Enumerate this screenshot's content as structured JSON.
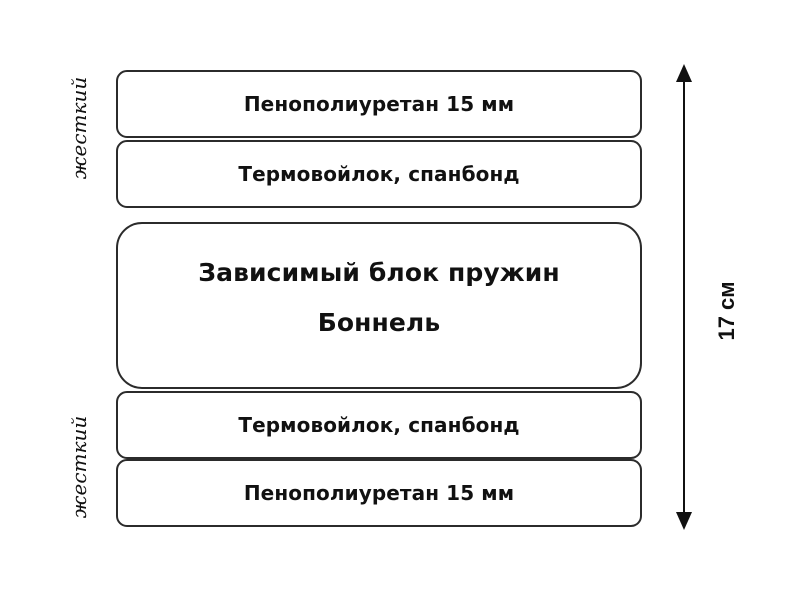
{
  "diagram": {
    "layers": [
      {
        "label": "Пенополиуретан 15 мм"
      },
      {
        "label": "Термовойлок, спанбонд"
      },
      {
        "label_lines": [
          "Зависимый блок пружин",
          "Боннель"
        ]
      },
      {
        "label": "Термовойлок, спанбонд"
      },
      {
        "label": "Пенополиуретан 15 мм"
      }
    ],
    "side_labels": {
      "top": "жесткий",
      "bottom": "жесткий"
    },
    "height_dimension": {
      "label": "17 см"
    }
  }
}
